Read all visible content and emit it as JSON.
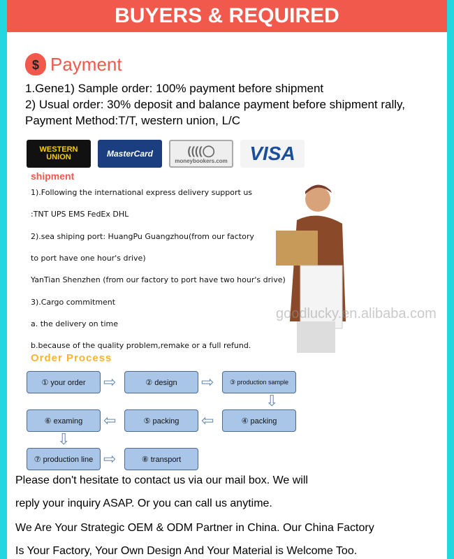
{
  "header": {
    "title": "BUYERS & REQUIRED"
  },
  "payment": {
    "title": "Payment",
    "lines": [
      "1.Gene1) Sample order: 100% payment before shipment",
      "2) Usual order: 30% deposit and balance payment before shipment rally,",
      "Payment Method:T/T, western union, L/C"
    ],
    "cards": {
      "western_union": "WESTERN UNION",
      "mastercard": "MasterCard",
      "moneybookers": "moneybookers.com",
      "visa": "VISA"
    }
  },
  "shipment": {
    "title": "shipment",
    "lines": [
      "1).Following the international express delivery support us",
      " :TNT UPS EMS FedEx DHL",
      "2).sea shiping port: HuangPu Guangzhou(from our factory",
      "to port have one hour's drive)",
      "YanTian Shenzhen (from our factory to port have two hour's drive)",
      "3).Cargo commitment",
      "a. the delivery on time",
      "b.because of the quality problem,remake or a full refund."
    ],
    "watermark": "goodlucky.en.alibaba.com"
  },
  "order_process": {
    "title": "Order Process",
    "steps": [
      "① your order",
      "② design",
      "③ production sample",
      "④ packing",
      "⑤ packing",
      "⑥ examing",
      "⑦ production line",
      "⑧ transport"
    ]
  },
  "contact": [
    "Please don't hesitate to contact us via our mail box. We will",
    " reply your inquiry ASAP. Or you can call us anytime.",
    " We Are Your Strategic OEM & ODM Partner in China. Our China Factory",
    "Is Your Factory, Your Own Design And Your Material is Welcome Too."
  ]
}
